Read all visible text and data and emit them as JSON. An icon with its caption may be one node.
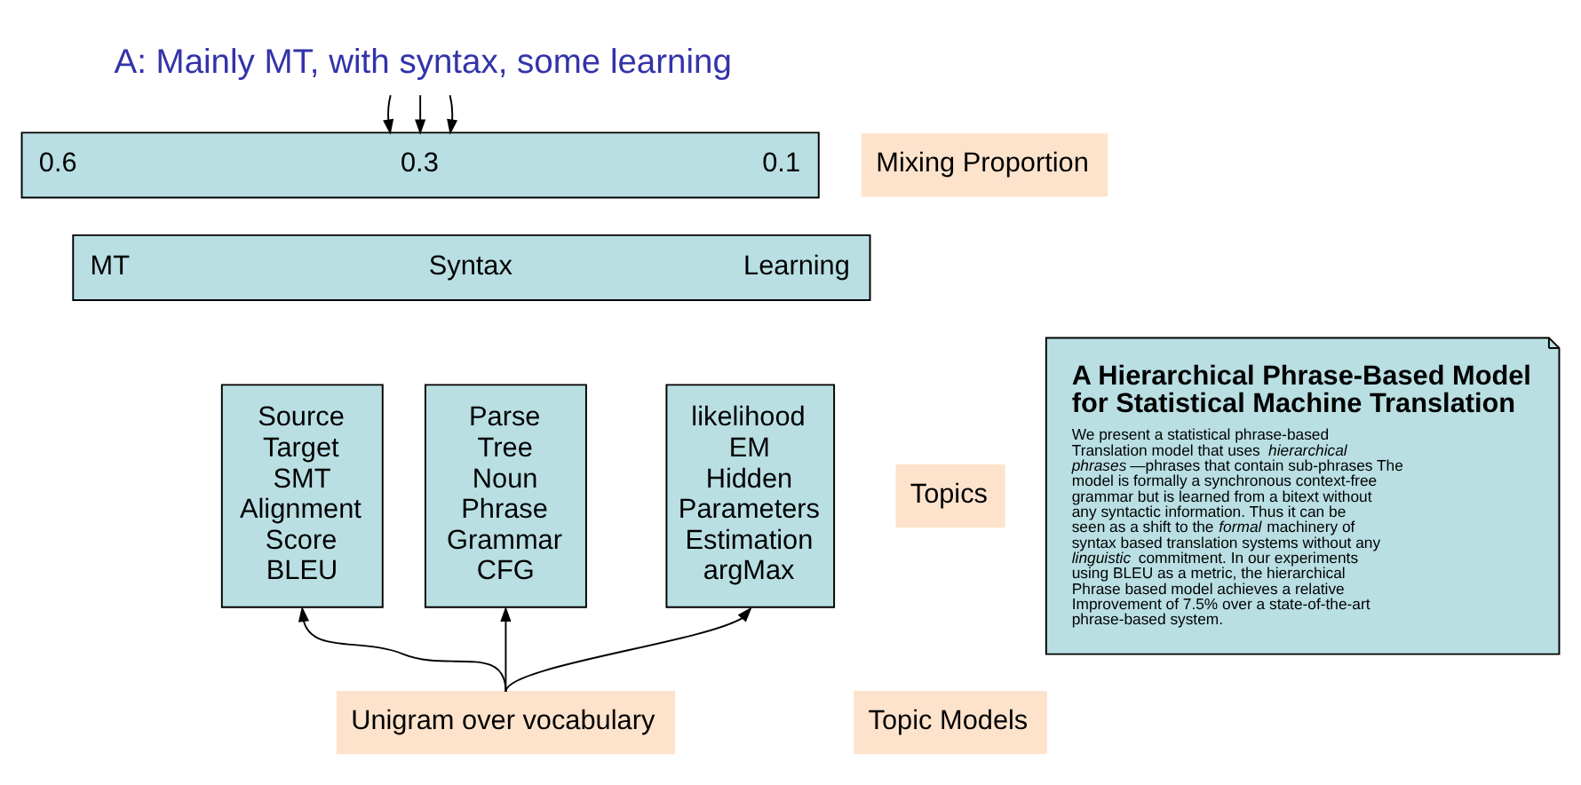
{
  "diagram": {
    "nodes": [
      {
        "text": [
          "A: Mainly MT, with syntax, some learning"
        ]
      },
      {
        "text": [
          "0.6",
          "0.3",
          "0.1"
        ]
      },
      {
        "text": [
          "MT",
          "Syntax",
          "Learning"
        ]
      },
      {
        "text": [
          "Mixing Proportion"
        ]
      },
      {
        "text": [
          "Source",
          "Target",
          "SMT",
          "Alignment",
          "Score",
          "BLEU"
        ]
      },
      {
        "text": [
          "Parse",
          "Tree",
          "Noun",
          "Phrase",
          "Grammar",
          "CFG"
        ]
      },
      {
        "text": [
          "likelihood",
          "EM",
          "Hidden",
          "Parameters",
          "Estimation",
          "argMax"
        ]
      },
      {
        "text": [
          "Topics"
        ]
      },
      {
        "text": [
          "Unigram over vocabulary"
        ]
      },
      {
        "text": [
          "Topic Models"
        ]
      },
      {
        "text": [
          "A Hierarchical Phrase-Based Model for Statistical Machine Translation",
          "We present a statistical phrase-based Translation model that uses *hierarchical phrases*—phrases that contain sub-phrases The model is formally a synchronous context-free grammar but is learned from a bitext without any syntactic information. Thus it can be seen as a shift to the *formal* machinery of syntax based translation systems without any *linguistic* commitment. In our experiments using BLEU as a metric, the hierarchical Phrase based model achieves a relative Improvement of 7.5% over a state-of-the-art phrase-based system."
        ]
      }
    ],
    "edges": [
      {
        "from": 0,
        "to": 1,
        "arrow": "to"
      },
      {
        "from": 0,
        "to": 1,
        "arrow": "to"
      },
      {
        "from": 0,
        "to": 1,
        "arrow": "to"
      },
      {
        "from": 8,
        "to": 4,
        "arrow": "to"
      },
      {
        "from": 8,
        "to": 5,
        "arrow": "to"
      },
      {
        "from": 8,
        "to": 6,
        "arrow": "to"
      }
    ]
  }
}
